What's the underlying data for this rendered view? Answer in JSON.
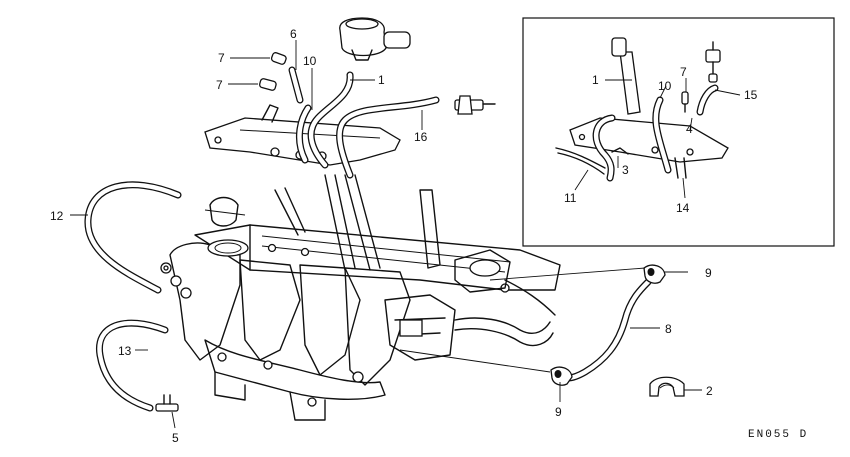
{
  "callouts": [
    {
      "id": "c1",
      "text": "1"
    },
    {
      "id": "c2",
      "text": "2"
    },
    {
      "id": "c5",
      "text": "5"
    },
    {
      "id": "c6",
      "text": "6"
    },
    {
      "id": "c7a",
      "text": "7"
    },
    {
      "id": "c7b",
      "text": "7"
    },
    {
      "id": "c8",
      "text": "8"
    },
    {
      "id": "c9a",
      "text": "9"
    },
    {
      "id": "c9b",
      "text": "9"
    },
    {
      "id": "c10",
      "text": "10"
    },
    {
      "id": "c12",
      "text": "12"
    },
    {
      "id": "c13",
      "text": "13"
    },
    {
      "id": "c16",
      "text": "16"
    }
  ],
  "inset_callouts": [
    {
      "id": "i1",
      "text": "1"
    },
    {
      "id": "i3",
      "text": "3"
    },
    {
      "id": "i4",
      "text": "4"
    },
    {
      "id": "i7",
      "text": "7"
    },
    {
      "id": "i10",
      "text": "10"
    },
    {
      "id": "i11",
      "text": "11"
    },
    {
      "id": "i14",
      "text": "14"
    },
    {
      "id": "i15",
      "text": "15"
    }
  ],
  "diagram_code": "EN055 D"
}
